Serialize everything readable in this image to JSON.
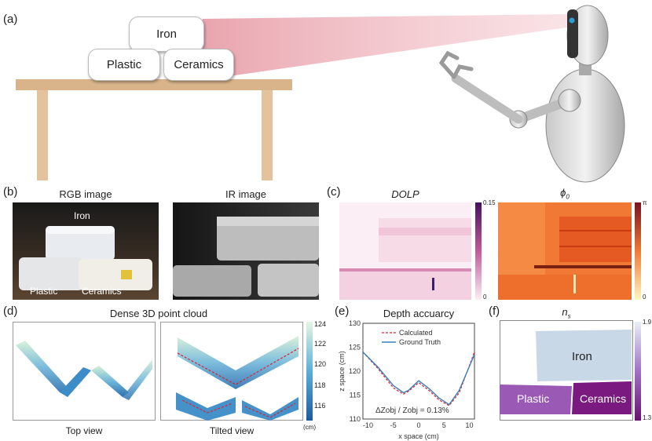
{
  "panel_a": {
    "label": "(a)",
    "boxes": {
      "iron": "Iron",
      "plastic": "Plastic",
      "ceramics": "Ceramics"
    }
  },
  "panel_b": {
    "label": "(b)",
    "rgb_title": "RGB image",
    "ir_title": "IR image",
    "rgb_text": {
      "iron": "Iron",
      "plastic": "Plastic",
      "ceramics": "Ceramics"
    }
  },
  "panel_c": {
    "label": "(c)",
    "dolp_title": "DOLP",
    "phi_title": "ϕ",
    "phi_sub": "0",
    "dolp_scale": {
      "max": "0.15",
      "min": "0"
    },
    "phi_scale": {
      "max": "π",
      "min": "0"
    }
  },
  "panel_d": {
    "label": "(d)",
    "title": "Dense 3D point cloud",
    "top_view": "Top view",
    "tilted_view": "Tilted view",
    "colorbar_ticks": [
      "124",
      "122",
      "120",
      "118",
      "116"
    ],
    "colorbar_unit": "(cm)"
  },
  "panel_e": {
    "label": "(e)",
    "title": "Depth accuarcy",
    "xlabel": "x space (cm)",
    "ylabel": "z space (cm)",
    "legend": [
      "Calculated",
      "Ground Truth"
    ],
    "annotation": "ΔZobj / Zobj = 0.13%",
    "xticks": [
      "-10",
      "-5",
      "0",
      "5",
      "10"
    ],
    "yticks": [
      "130",
      "125",
      "120",
      "115",
      "110"
    ]
  },
  "panel_f": {
    "label": "(f)",
    "title": "n",
    "title_sub": "s",
    "regions": {
      "iron": "Iron",
      "plastic": "Plastic",
      "ceramics": "Ceramics"
    },
    "scale": {
      "max": "1.9",
      "min": "1.3"
    }
  },
  "chart_data": {
    "type": "line",
    "title": "Depth accuarcy",
    "xlabel": "x space (cm)",
    "ylabel": "z space (cm)",
    "xlim": [
      -11,
      11
    ],
    "ylim": [
      110,
      130
    ],
    "series": [
      {
        "name": "Calculated",
        "x": [
          -11,
          -8,
          -5,
          -3,
          -2,
          0,
          2,
          4,
          6,
          8,
          11
        ],
        "y": [
          124,
          120.5,
          116.5,
          115.2,
          115.8,
          117.6,
          116.0,
          114.0,
          112.8,
          115.5,
          124
        ]
      },
      {
        "name": "Ground Truth",
        "x": [
          -11,
          -8,
          -5,
          -3,
          -2,
          0,
          2,
          4,
          6,
          8,
          11
        ],
        "y": [
          124,
          120.8,
          117,
          115.5,
          116.0,
          118.0,
          116.4,
          114.4,
          113.0,
          116.0,
          123.5
        ]
      }
    ]
  }
}
